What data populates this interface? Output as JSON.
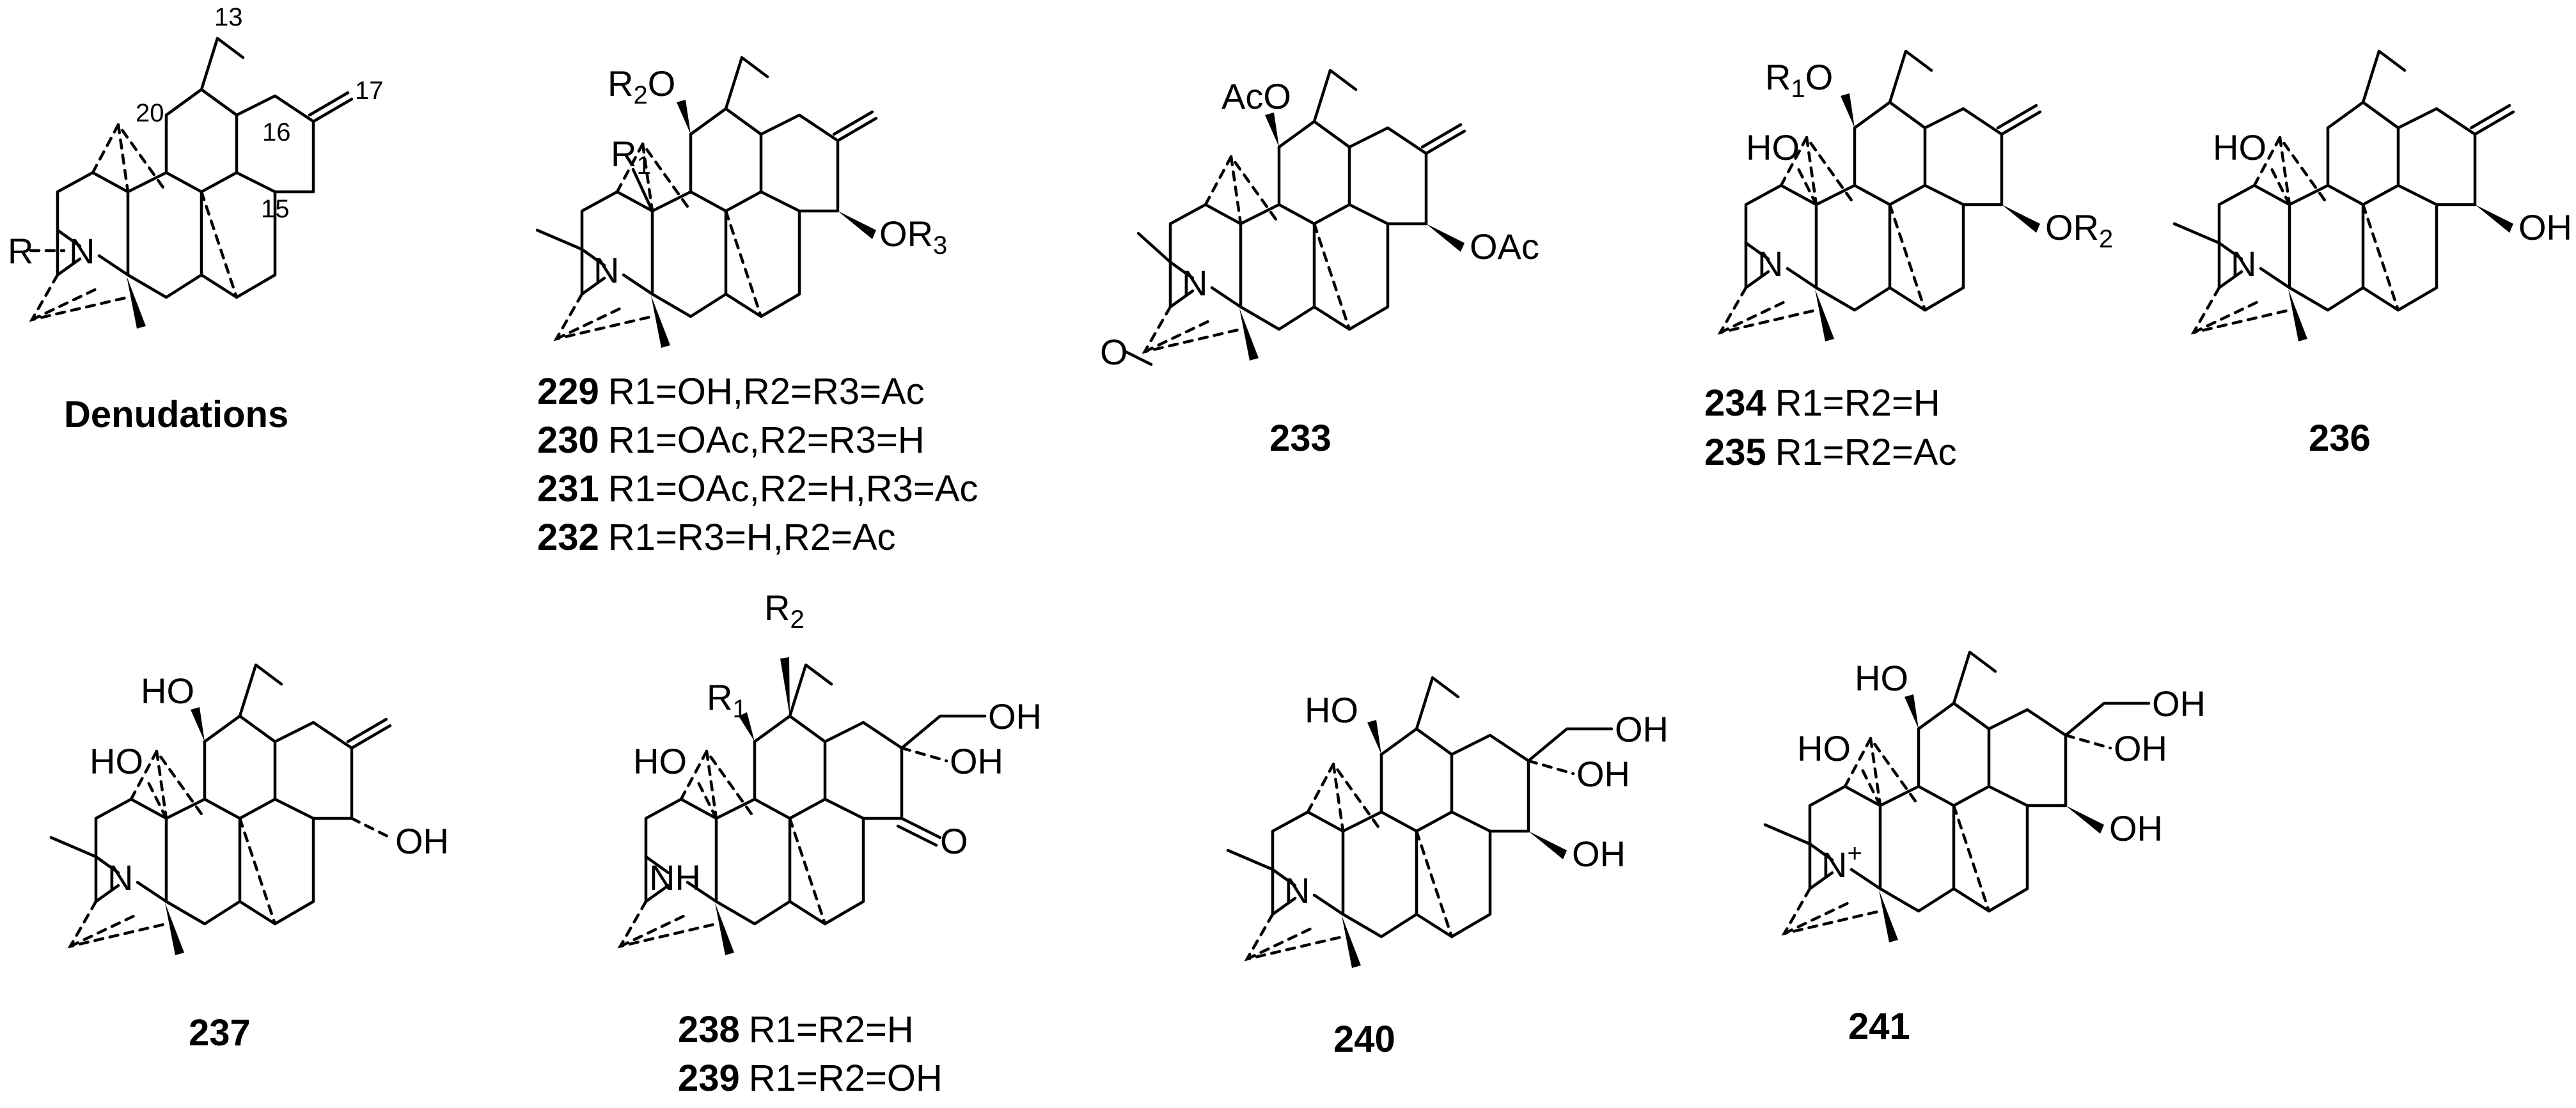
{
  "atoms": {
    "N": "N",
    "NH": "NH",
    "Nplus": "N",
    "plus": "+",
    "O": "O",
    "R": "R",
    "R1": "R",
    "R2": "R",
    "sub1": "1",
    "sub2": "2",
    "sub3": "3",
    "OH": "OH",
    "HO": "HO",
    "OAc": "OAc",
    "AcO": "AcO",
    "Ac": "Ac"
  },
  "locants": {
    "c13": "13",
    "c15": "15",
    "c16": "16",
    "c17": "17",
    "c20": "20"
  },
  "compounds": [
    {
      "id": "denudations",
      "name": "Denudations"
    },
    {
      "id": "229",
      "number": "229",
      "label": "R1=OH,R2=R3=Ac"
    },
    {
      "id": "230",
      "number": "230",
      "label": "R1=OAc,R2=R3=H"
    },
    {
      "id": "231",
      "number": "231",
      "label": "R1=OAc,R2=H,R3=Ac"
    },
    {
      "id": "232",
      "number": "232",
      "label": "R1=R3=H,R2=Ac"
    },
    {
      "id": "233",
      "number": "233"
    },
    {
      "id": "234",
      "number": "234",
      "label": "R1=R2=H"
    },
    {
      "id": "235",
      "number": "235",
      "label": "R1=R2=Ac"
    },
    {
      "id": "236",
      "number": "236"
    },
    {
      "id": "237",
      "number": "237"
    },
    {
      "id": "238",
      "number": "238",
      "label": "R1=R2=H"
    },
    {
      "id": "239",
      "number": "239",
      "label": "R1=R2=OH"
    },
    {
      "id": "240",
      "number": "240"
    },
    {
      "id": "241",
      "number": "241"
    }
  ]
}
